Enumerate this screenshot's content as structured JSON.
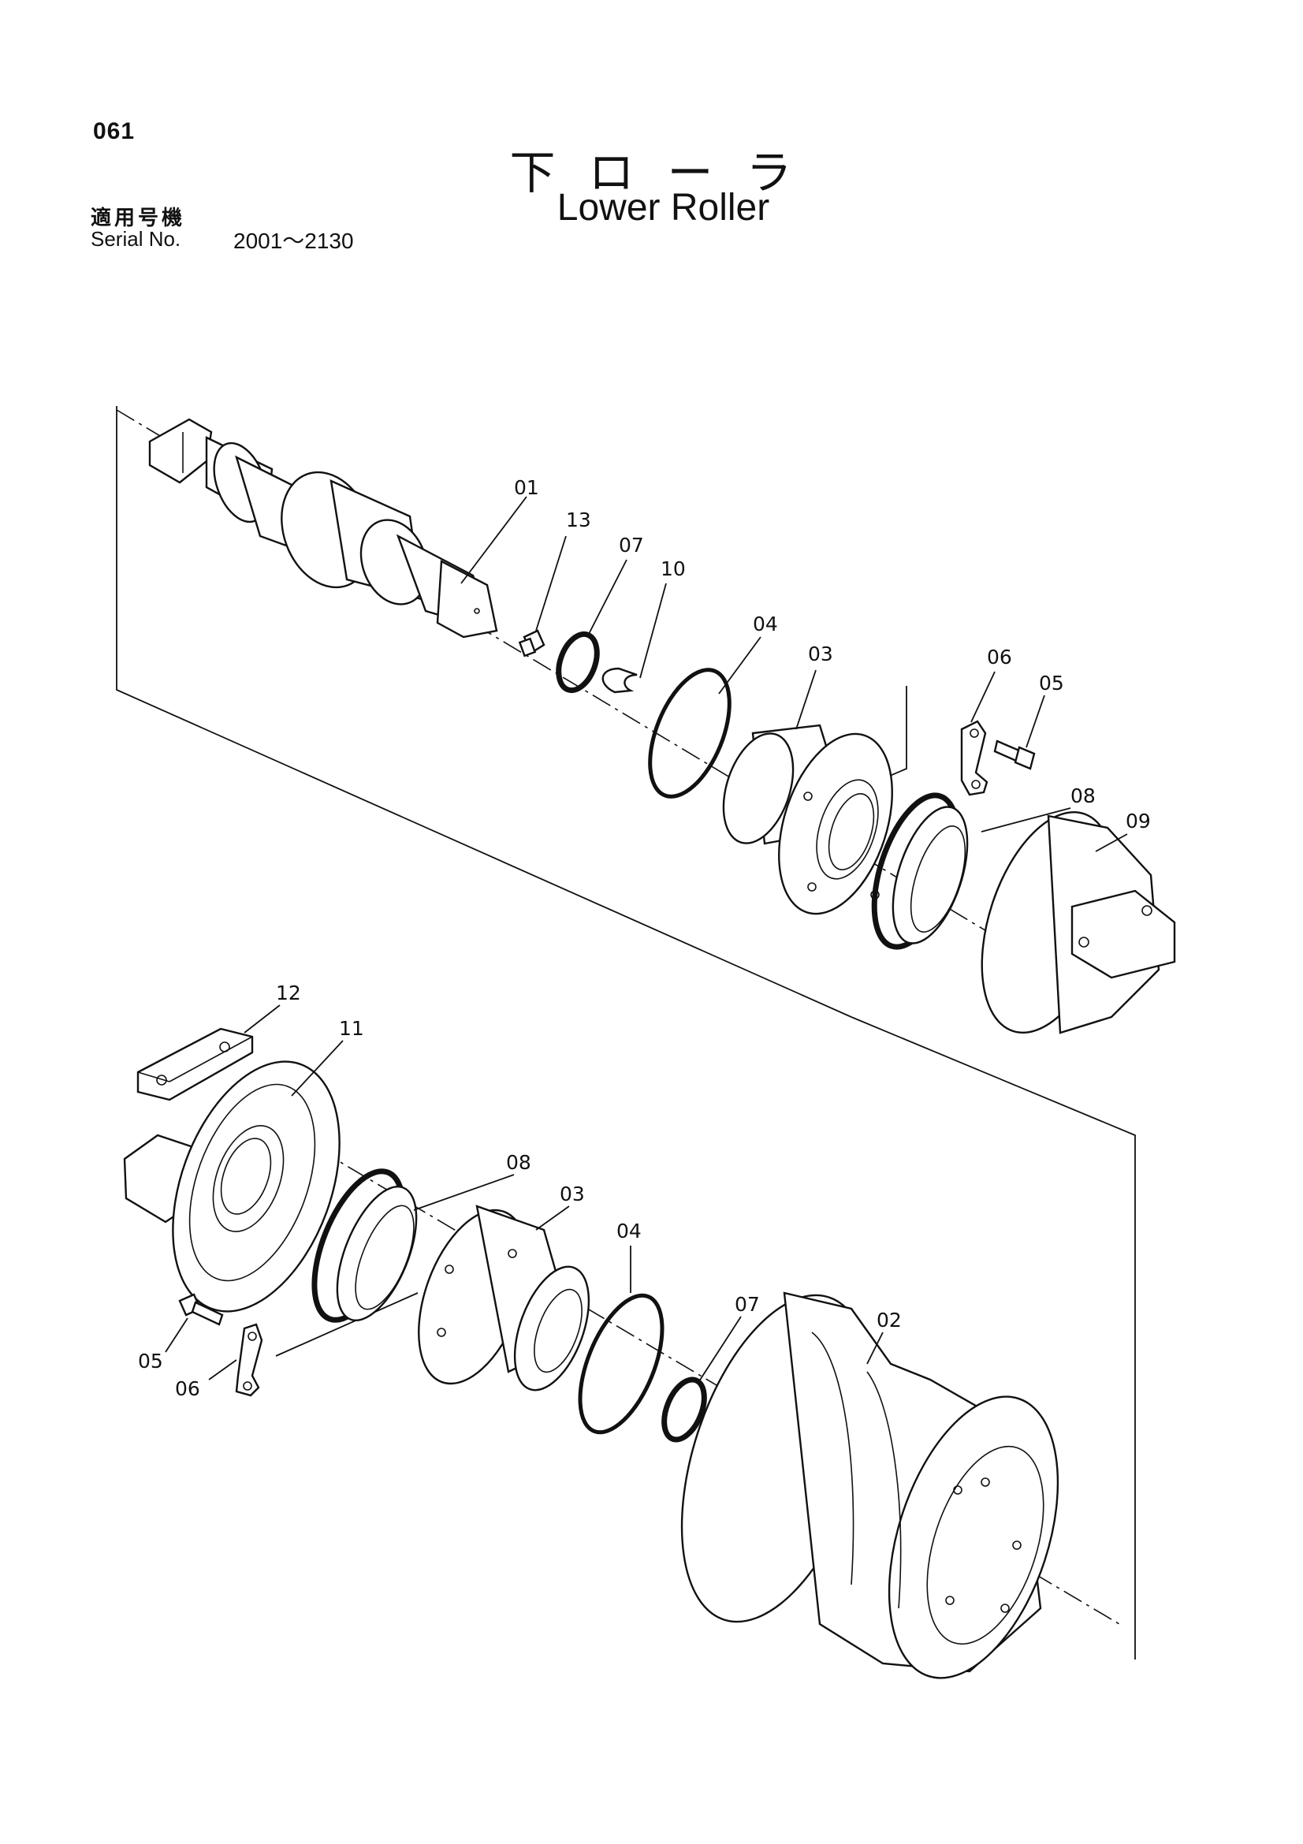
{
  "page_number": "061",
  "title": {
    "jp": "下ローラ",
    "en": "Lower Roller"
  },
  "serial": {
    "label_jp": "適用号機",
    "label_en": "Serial No.",
    "range": "2001～2130"
  },
  "callouts": {
    "c01": "01",
    "c13": "13",
    "c07a": "07",
    "c10": "10",
    "c04a": "04",
    "c03a": "03",
    "c06a": "06",
    "c05a": "05",
    "c08a": "08",
    "c09": "09",
    "c12": "12",
    "c11": "11",
    "c08b": "08",
    "c03b": "03",
    "c04b": "04",
    "c07b": "07",
    "c02": "02",
    "c05b": "05",
    "c06b": "06"
  }
}
